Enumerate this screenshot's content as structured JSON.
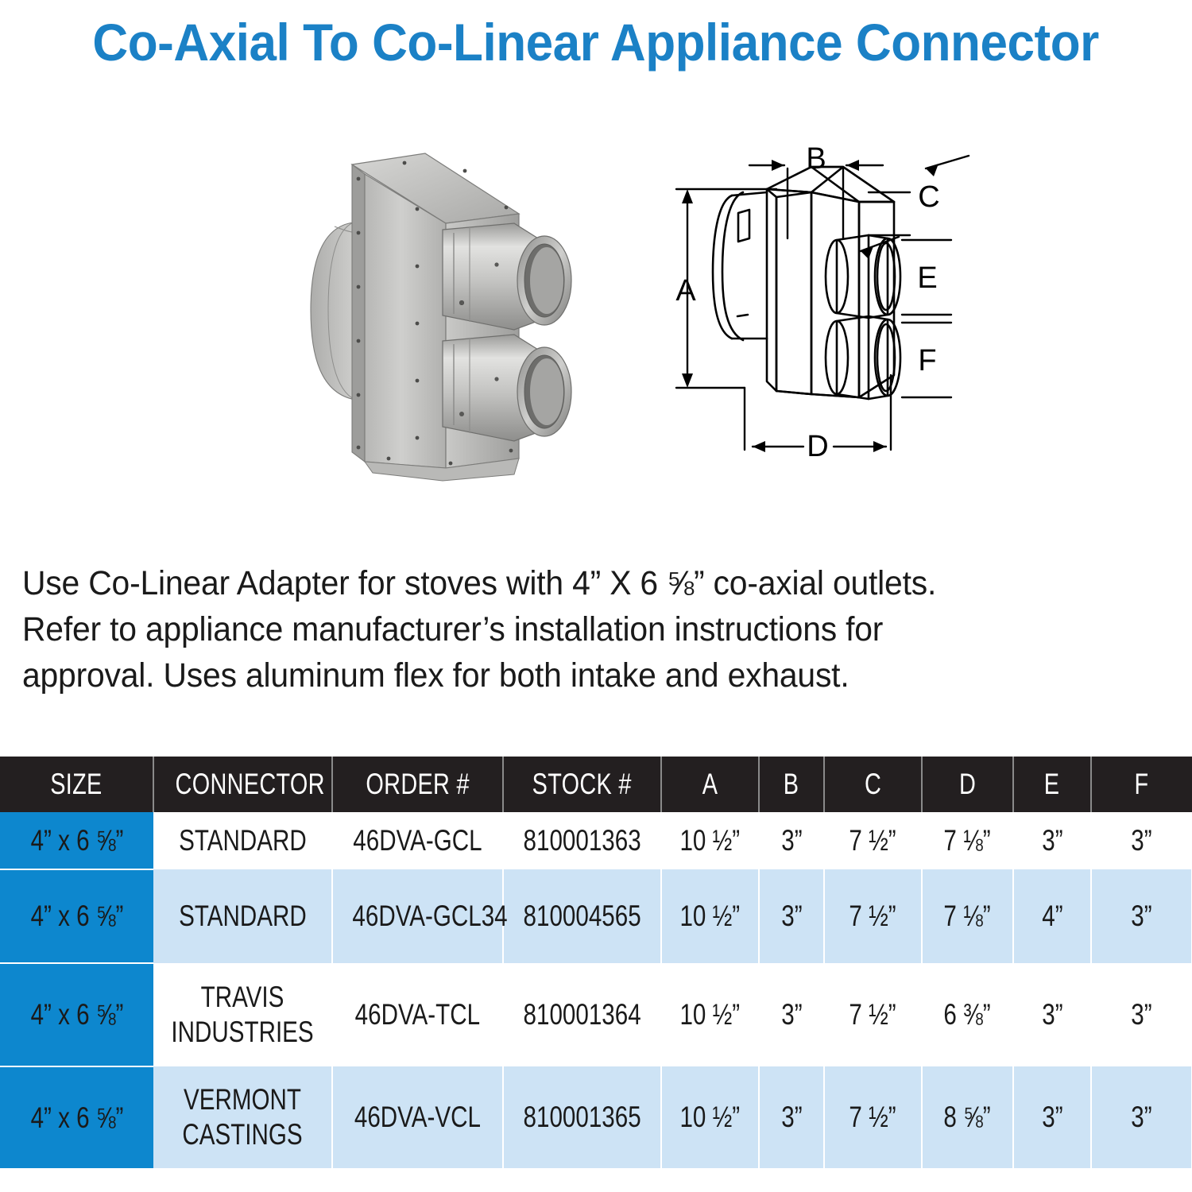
{
  "title": "Co-Axial To Co-Linear Appliance Connector",
  "colors": {
    "title_blue": "#1b81c6",
    "size_cell_blue": "#0d87ce",
    "row_alt_blue": "#cde3f5",
    "header_black": "#231f20",
    "text_black": "#1a1a1a"
  },
  "description": {
    "line1": "Use Co-Linear Adapter for stoves with 4” X 6 ⅝” co-axial outlets.",
    "line2": "Refer to appliance manufacturer’s installation instructions for",
    "line3": "approval. Uses aluminum flex for both intake and exhaust."
  },
  "diagram": {
    "caption": "Isometric dimension drawing of co-axial to co-linear connector box",
    "labels": {
      "a": "A",
      "b": "B",
      "c": "C",
      "d": "D",
      "e": "E",
      "f": "F"
    }
  },
  "photo": {
    "caption": "Galvanized sheet metal connector box with round co-axial collar and two round co-linear outlets"
  },
  "table": {
    "headers": [
      "SIZE",
      "CONNECTOR",
      "ORDER #",
      "STOCK #",
      "A",
      "B",
      "C",
      "D",
      "E",
      "F"
    ],
    "rows": [
      {
        "size": "4” x 6 ⅝”",
        "connector": "STANDARD",
        "order": "46DVA-GCL",
        "stock": "810001363",
        "a": "10 ½”",
        "b": "3”",
        "c": "7 ½”",
        "d": "7 ⅛”",
        "e": "3”",
        "f": "3”"
      },
      {
        "size": "4” x 6 ⅝”",
        "connector": "STANDARD",
        "order": "46DVA-GCL34",
        "stock": "810004565",
        "a": "10 ½”",
        "b": "3”",
        "c": "7 ½”",
        "d": "7 ⅛”",
        "e": "4”",
        "f": "3”"
      },
      {
        "size": "4” x 6 ⅝”",
        "connector": "TRAVIS INDUSTRIES",
        "order": "46DVA-TCL",
        "stock": "810001364",
        "a": "10 ½”",
        "b": "3”",
        "c": "7 ½”",
        "d": "6 ⅜”",
        "e": "3”",
        "f": "3”"
      },
      {
        "size": "4” x 6 ⅝”",
        "connector": "VERMONT CASTINGS",
        "order": "46DVA-VCL",
        "stock": "810001365",
        "a": "10 ½”",
        "b": "3”",
        "c": "7 ½”",
        "d": "8 ⅝”",
        "e": "3”",
        "f": "3”"
      }
    ]
  }
}
